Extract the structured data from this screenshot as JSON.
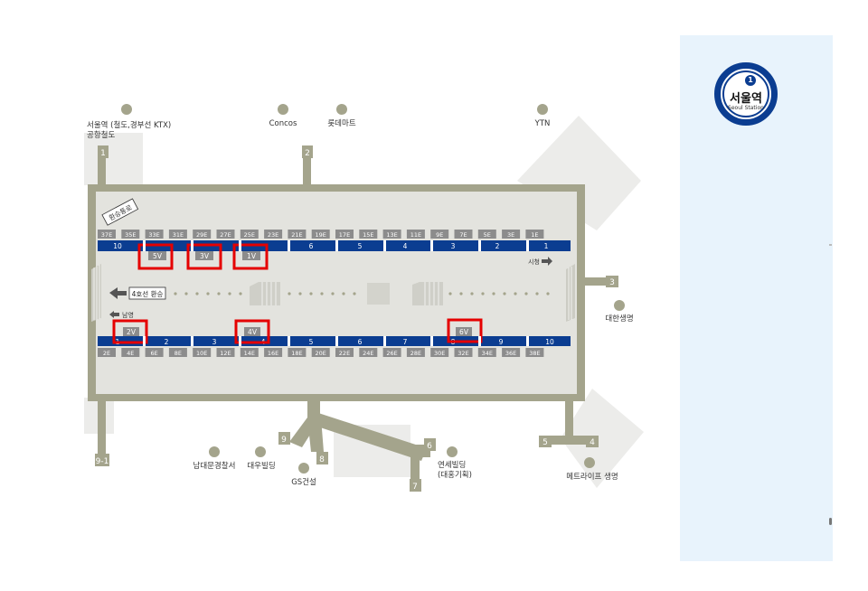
{
  "station": {
    "line": "1",
    "name_ko": "서울역",
    "name_en": "Seoul Station"
  },
  "colors": {
    "frame": "#a4a48c",
    "platform": "#e3e3de",
    "outside": "#ececea",
    "track": "#0b3d91",
    "box": "#8c8c8c",
    "highlight": "#e50000",
    "panel": "#e8f3fc"
  },
  "map": {
    "labels": {
      "exit_top_left": [
        "서울역 (철도,경부선 KTX)",
        "공항철도"
      ],
      "concos": "Concos",
      "lotte": "롯데마트",
      "ytn": "YTN",
      "daehan": "대한생명",
      "namdaemun": "남대문경찰서",
      "daewoo": "대우빌딩",
      "gs": "GS건설",
      "yonsei": [
        "연세빌딩",
        "(대홍기획)"
      ],
      "metlife": "메트라이프 생명",
      "transfer_arrow": "4호선 환승",
      "transfer_corridor": "환승통로",
      "dir_sicheong": "시청",
      "dir_namyeong": "남영"
    },
    "exits": [
      "1",
      "2",
      "3",
      "4",
      "5",
      "6",
      "7",
      "8",
      "9",
      "9-1"
    ],
    "top_doors": [
      "37E",
      "35E",
      "33E",
      "31E",
      "29E",
      "27E",
      "25E",
      "23E",
      "21E",
      "19E",
      "17E",
      "15E",
      "13E",
      "11E",
      "9E",
      "7E",
      "5E",
      "3E",
      "1E"
    ],
    "bottom_doors": [
      "2E",
      "4E",
      "6E",
      "8E",
      "10E",
      "12E",
      "14E",
      "16E",
      "18E",
      "20E",
      "22E",
      "24E",
      "26E",
      "28E",
      "30E",
      "32E",
      "34E",
      "36E",
      "38E"
    ],
    "top_cars": [
      "10",
      "6",
      "5",
      "4",
      "3",
      "2",
      "1"
    ],
    "bottom_cars": [
      "1",
      "2",
      "3",
      "4",
      "5",
      "6",
      "7",
      "8",
      "9",
      "10"
    ],
    "top_elevators": [
      "5V",
      "3V",
      "1V"
    ],
    "bottom_elevators": [
      "2V",
      "4V",
      "6V"
    ]
  }
}
